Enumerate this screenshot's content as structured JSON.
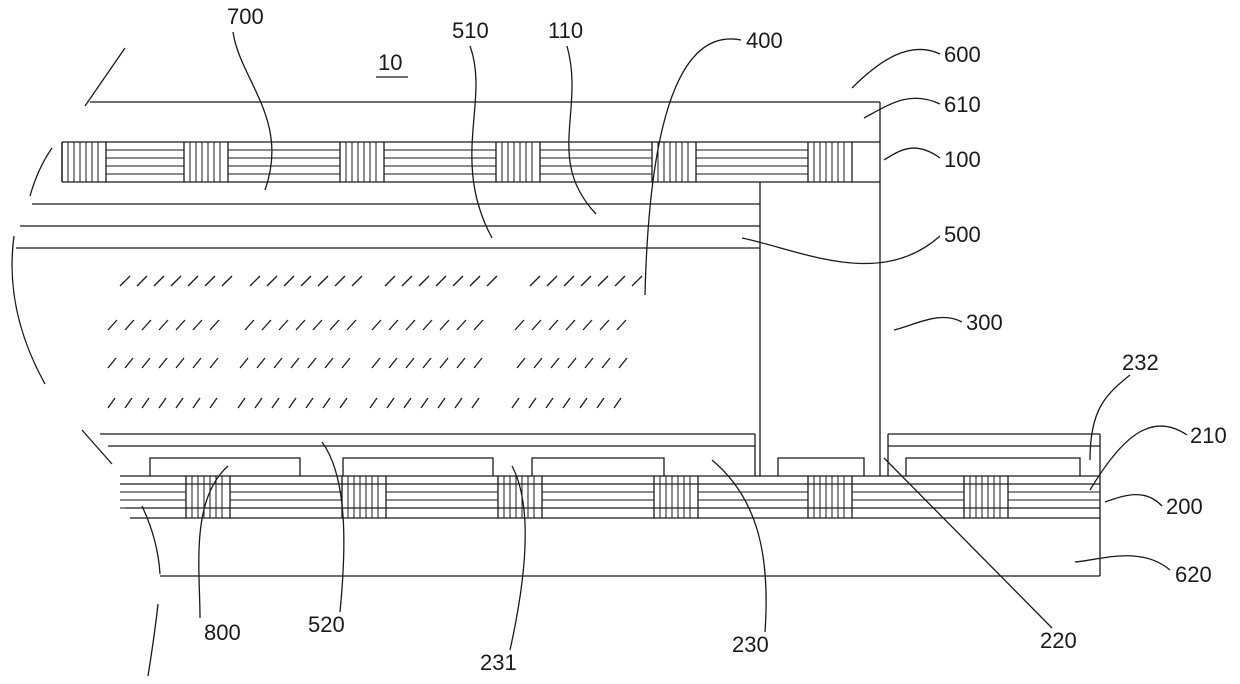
{
  "figure": {
    "panel_label": "10",
    "reference_numerals": [
      "700",
      "510",
      "110",
      "400",
      "600",
      "610",
      "100",
      "500",
      "300",
      "232",
      "210",
      "200",
      "620",
      "220",
      "230",
      "231",
      "520",
      "800"
    ]
  }
}
